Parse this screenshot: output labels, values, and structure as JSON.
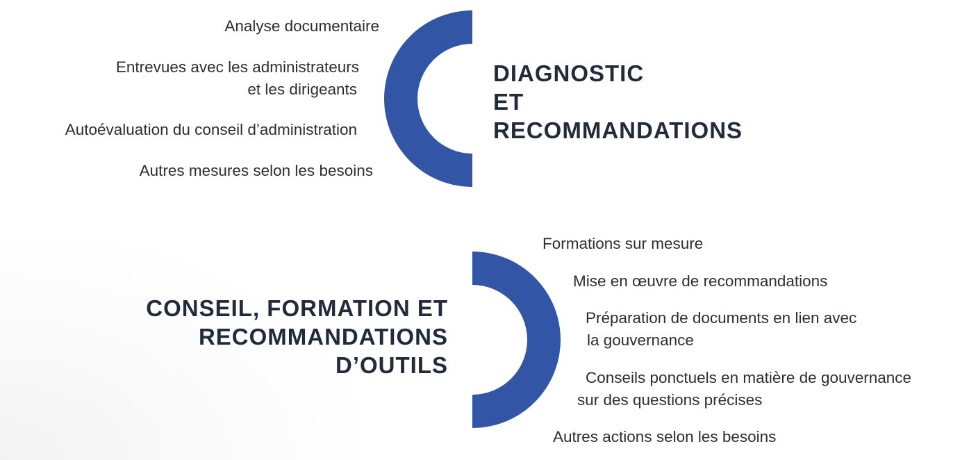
{
  "accent_color": "#3355a5",
  "diagnostic": {
    "title_lines": [
      "DIAGNOSTIC",
      "ET",
      "RECOMMANDATIONS"
    ],
    "items": [
      "Analyse documentaire",
      "Entrevues avec les administrateurs",
      "et les dirigeants",
      "Autoévaluation du conseil d’administration",
      "Autres mesures selon les besoins"
    ]
  },
  "conseil": {
    "title_lines": [
      "CONSEIL, FORMATION ET",
      "RECOMMANDATIONS",
      "D’OUTILS"
    ],
    "items": [
      "Formations sur mesure",
      "Mise en œuvre de recommandations",
      "Préparation de documents en lien avec",
      "la gouvernance",
      "Conseils ponctuels en matière de gouvernance",
      "sur des questions précises",
      "Autres actions selon les besoins"
    ]
  }
}
